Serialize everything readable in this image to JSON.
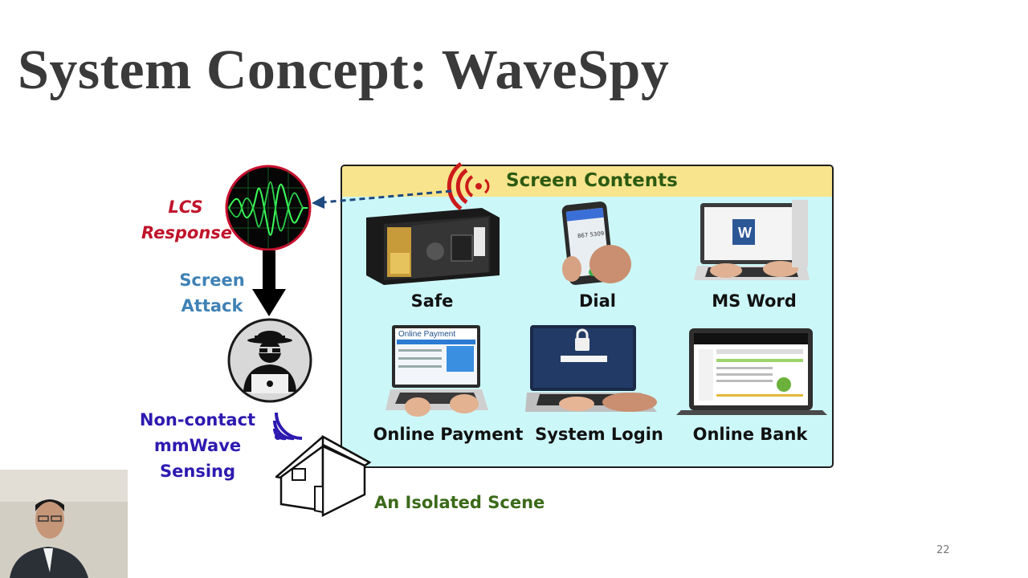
{
  "slide": {
    "title": "System Concept: WaveSpy",
    "page_number": "22"
  },
  "panel": {
    "title": "Screen Contents",
    "items": [
      {
        "label": "Safe",
        "icon": "safe-icon"
      },
      {
        "label": "Dial",
        "icon": "phone-dial-icon"
      },
      {
        "label": "MS Word",
        "icon": "laptop-word-icon"
      },
      {
        "label": "Online Payment",
        "icon": "laptop-payment-icon"
      },
      {
        "label": "System Login",
        "icon": "laptop-login-icon"
      },
      {
        "label": "Online Bank",
        "icon": "laptop-bank-icon"
      }
    ],
    "payment_screen_text": "Online Payment",
    "dial_screen_text": "867 5309"
  },
  "left": {
    "lcs_line1": "LCS",
    "lcs_line2": "Response",
    "attack_line1": "Screen",
    "attack_line2": "Attack",
    "sensing_line1": "Non-contact",
    "sensing_line2": "mmWave",
    "sensing_line3": "Sensing",
    "scene_label": "An Isolated Scene"
  },
  "colors": {
    "panel_bg": "#ccf7f8",
    "header_bg": "#f7e48c",
    "lcs": "#c0142b",
    "attack": "#3f82b5",
    "sensing": "#2d1ab0",
    "scene": "#3b6a1a"
  }
}
